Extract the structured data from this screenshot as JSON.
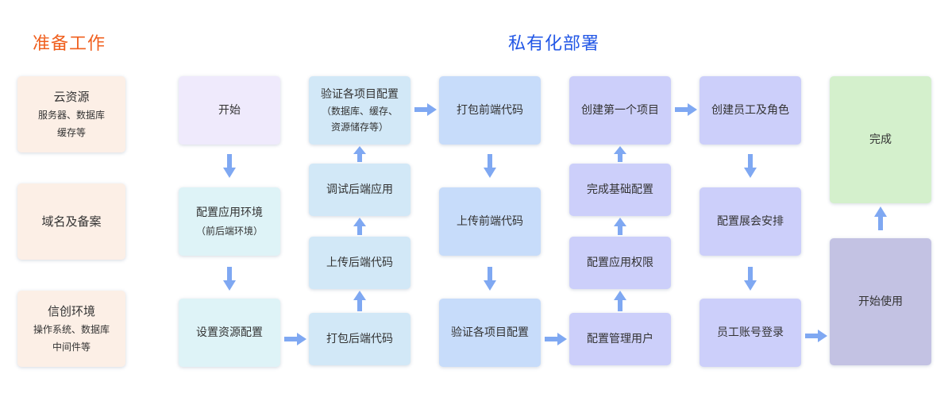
{
  "titles": {
    "prep": "准备工作",
    "deploy": "私有化部署"
  },
  "prep": {
    "cloud": {
      "title": "云资源",
      "line1": "服务器、数据库",
      "line2": "缓存等"
    },
    "domain": {
      "title": "域名及备案"
    },
    "xc": {
      "title": "信创环境",
      "line1": "操作系统、数据库",
      "line2": "中间件等"
    }
  },
  "col1": {
    "start": "开始",
    "env": {
      "title": "配置应用环境",
      "sub": "（前后端环境）"
    },
    "res": "设置资源配置"
  },
  "col2": {
    "verify": {
      "title": "验证各项目配置",
      "line1": "（数据库、缓存、",
      "line2": "资源储存等）"
    },
    "debug": "调试后端应用",
    "upload": "上传后端代码",
    "pack": "打包后端代码"
  },
  "col3": {
    "pack": "打包前端代码",
    "upload": "上传前端代码",
    "verify": "验证各项目配置"
  },
  "col4": {
    "create": "创建第一个项目",
    "basic": "完成基础配置",
    "perm": "配置应用权限",
    "users": "配置管理用户"
  },
  "col5": {
    "staff": "创建员工及角色",
    "schedule": "配置展会安排",
    "login": "员工账号登录"
  },
  "col6": {
    "done": "完成",
    "use": "开始使用"
  },
  "colors": {
    "arrow": "#7fa8f2",
    "orange": "#f0601f",
    "blue": "#2257e6"
  }
}
